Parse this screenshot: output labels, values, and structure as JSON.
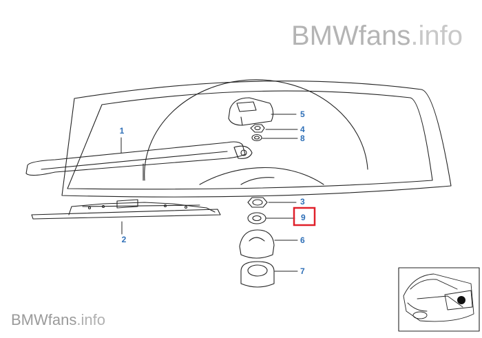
{
  "watermark_top": {
    "brand": "BMWfans",
    "suffix": ".info"
  },
  "watermark_bottom": {
    "brand": "BMWfans",
    "suffix": ".info"
  },
  "callouts": [
    "1",
    "2",
    "3",
    "4",
    "5",
    "6",
    "7",
    "8",
    "9"
  ],
  "highlighted_callout": "9",
  "colors": {
    "callout_text": "#2e6fb7",
    "highlight_box": "#e0202a",
    "line": "#222222",
    "watermark": "#b4b4b4"
  }
}
